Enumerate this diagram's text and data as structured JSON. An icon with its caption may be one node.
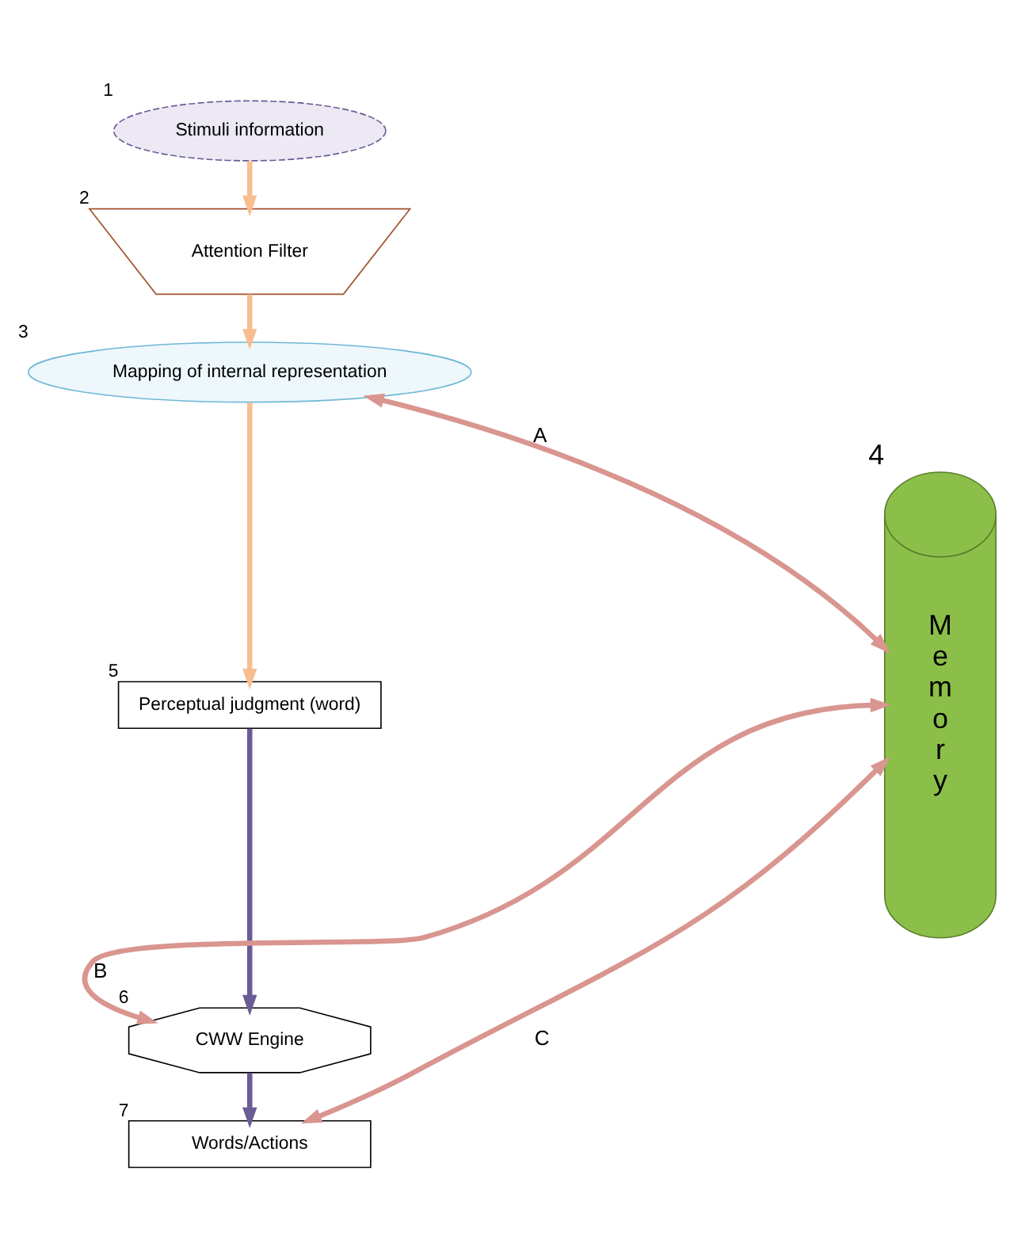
{
  "diagram": {
    "nodes": [
      {
        "text": [
          "Stimuli information"
        ],
        "beside": [
          "1"
        ]
      },
      {
        "text": [
          "Attention Filter"
        ],
        "beside": [
          "2"
        ]
      },
      {
        "text": [
          "Mapping of internal representation"
        ],
        "beside": [
          "3"
        ]
      },
      {
        "text": [
          "Memory"
        ],
        "beside": [
          "4"
        ]
      },
      {
        "text": [
          "Perceptual judgment (word)"
        ],
        "beside": [
          "5"
        ]
      },
      {
        "text": [
          "CWW Engine"
        ],
        "beside": [
          "6"
        ]
      },
      {
        "text": [
          "Words/Actions"
        ],
        "beside": [
          "7"
        ]
      }
    ],
    "edges": [
      {
        "from": 0,
        "to": 1,
        "arrow": "to",
        "color": "#f9be8f"
      },
      {
        "from": 1,
        "to": 2,
        "arrow": "to",
        "color": "#f9be8f"
      },
      {
        "from": 2,
        "to": 3,
        "arrow": "both",
        "label": "A",
        "color": "#d9958f"
      },
      {
        "from": 2,
        "to": 4,
        "arrow": "to",
        "color": "#f9be8f"
      },
      {
        "from": 4,
        "to": 5,
        "arrow": "to",
        "color": "#6b5b95"
      },
      {
        "from": 5,
        "to": 3,
        "arrow": "both",
        "label": "B",
        "color": "#d9958f"
      },
      {
        "from": 5,
        "to": 6,
        "arrow": "to",
        "color": "#6b5b95"
      },
      {
        "from": 6,
        "to": 3,
        "arrow": "both",
        "label": "C",
        "color": "#d9958f"
      }
    ]
  }
}
